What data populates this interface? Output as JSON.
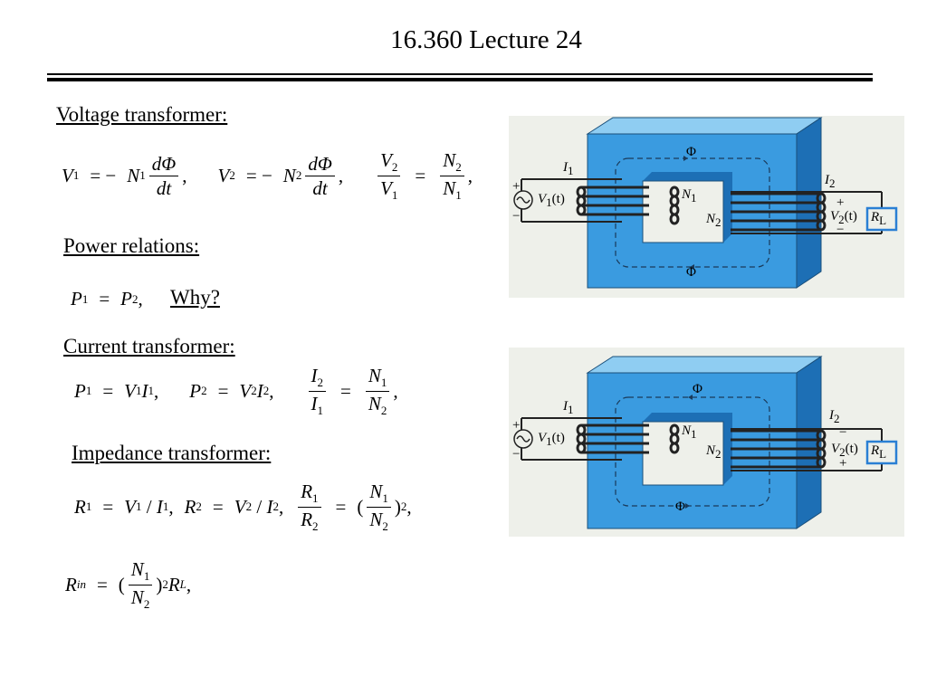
{
  "title": "16.360 Lecture 24",
  "headings": {
    "voltage": "Voltage transformer:",
    "power": "Power relations:",
    "current": "Current transformer:",
    "impedance": "Impedance transformer:"
  },
  "why": "Why?",
  "eq": {
    "V1": "V",
    "V2": "V",
    "N": "N",
    "I": "I",
    "P": "P",
    "R": "R",
    "one": "1",
    "two": "2",
    "eqneg": "= −",
    "eq": "=",
    "dPhi": "dΦ",
    "dt": "dt",
    "comma": ",",
    "slash": "/",
    "open": "(",
    "close": ")",
    "sq": "2",
    "in": "in",
    "L": "L"
  },
  "figure_top": {
    "phi_top": "Φ",
    "phi_bottom": "Φ",
    "I1": "I",
    "I1_sub": "1",
    "I2": "I",
    "I2_sub": "2",
    "V1t": "V",
    "V1t_sub": "1",
    "V1t_arg": "(t)",
    "V2t": "V",
    "V2t_sub": "2",
    "V2t_arg": "(t)",
    "N1": "N",
    "N1_sub": "1",
    "N2": "N",
    "N2_sub": "2",
    "RL": "R",
    "RL_sub": "L",
    "plus_left": "+",
    "minus_left": "−",
    "plus_right": "+",
    "minus_right": "−"
  },
  "figure_bottom": {
    "phi_top": "Φ",
    "phi_bottom": "Φ",
    "I1": "I",
    "I1_sub": "1",
    "I2": "I",
    "I2_sub": "2",
    "V1t": "V",
    "V1t_sub": "1",
    "V1t_arg": "(t)",
    "V2t": "V",
    "V2t_sub": "2",
    "V2t_arg": "(t)",
    "N1": "N",
    "N1_sub": "1",
    "N2": "N",
    "N2_sub": "2",
    "RL": "R",
    "RL_sub": "L",
    "plus_left": "+",
    "minus_left": "−",
    "plus_right": "+",
    "minus_right": "−"
  },
  "colors": {
    "core_face": "#3a9be0",
    "core_top": "#8fcdf2",
    "core_side": "#1d6fb5",
    "rule": "#000000",
    "resistor_box": "#2a7fd4"
  }
}
